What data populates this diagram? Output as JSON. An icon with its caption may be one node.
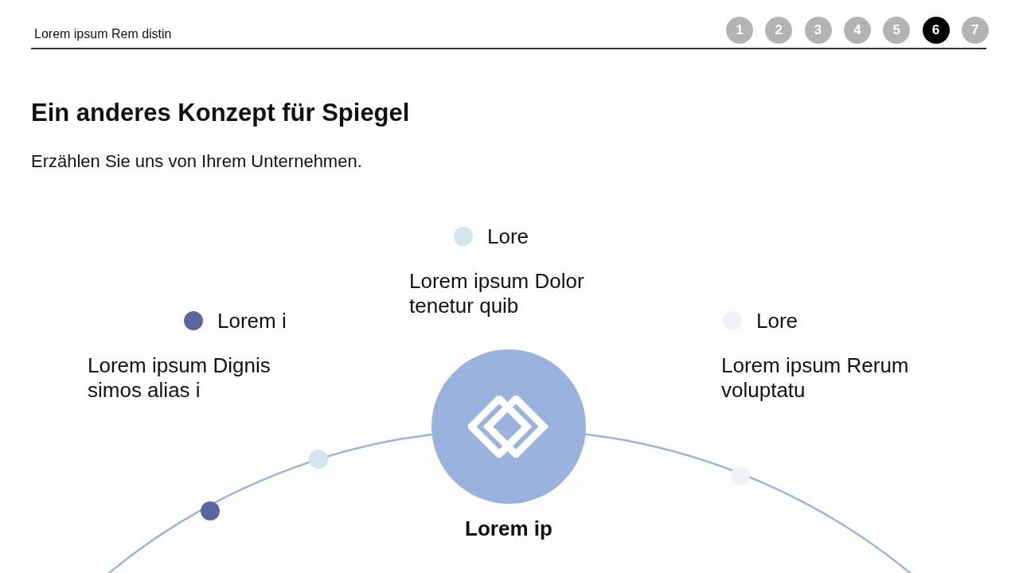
{
  "diagram": {
    "title": "Ein anderes Konzept für Spiegel",
    "nodes": [
      {
        "text": [],
        "shape": "circle",
        "beside": [
          "Lorem ip"
        ]
      }
    ],
    "labels": [
      "Lorem ipsum Rem distin",
      "1",
      "2",
      "3",
      "4",
      "5",
      "6",
      "7",
      "Erzählen Sie uns von Ihrem Unternehmen.",
      "Lorem ipsum Dolor tenetur quib",
      "Lorem ipsum Dignis simos alias i",
      "Lorem ipsum Rerum voluptatu"
    ],
    "legend": [
      {
        "text": "Lore",
        "color": "#d6e4ed"
      },
      {
        "text": "Lorem i",
        "color": "#5a679f"
      },
      {
        "text": "Lore",
        "color": "#eef1f5"
      }
    ]
  }
}
